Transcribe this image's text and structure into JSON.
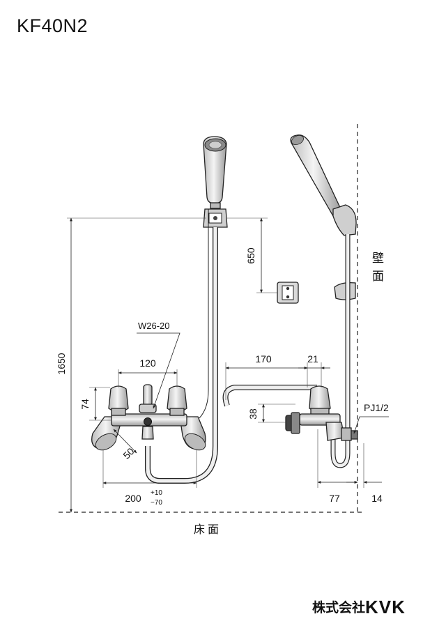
{
  "model": "KF40N2",
  "company_prefix": "株式会社",
  "company_brand": "KVK",
  "labels": {
    "wall_top": "壁",
    "wall_bottom": "面",
    "floor": "床面",
    "w26": "W26-20",
    "pj": "PJ1/2"
  },
  "dimensions": {
    "d1650": "1650",
    "d650": "650",
    "d120": "120",
    "d74": "74",
    "d50": "50",
    "d200": "200",
    "tol_plus": "+10",
    "tol_minus": "−70",
    "d170": "170",
    "d21": "21",
    "d38": "38",
    "d77": "77",
    "d14": "14"
  },
  "colors": {
    "line": "#222222",
    "chrome": "#d9d9d9",
    "dark": "#555555"
  }
}
